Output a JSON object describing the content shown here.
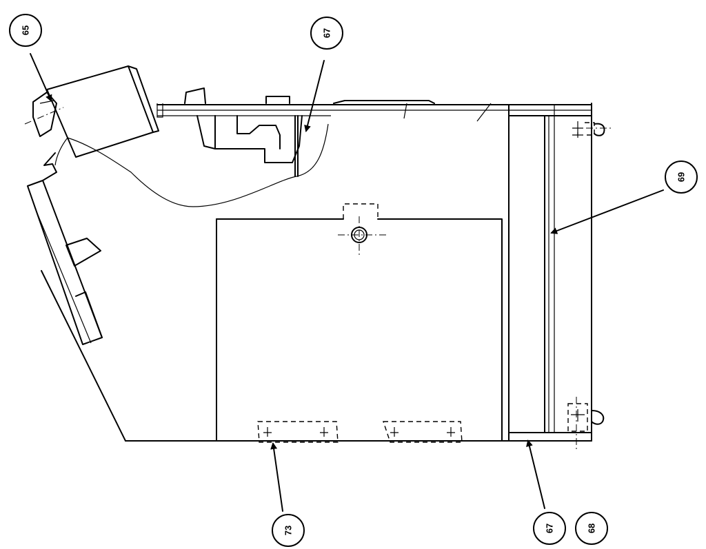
{
  "figure": {
    "callouts": [
      {
        "id": "c65",
        "label": "65"
      },
      {
        "id": "c67-top",
        "label": "67"
      },
      {
        "id": "c69",
        "label": "69"
      },
      {
        "id": "c73",
        "label": "73"
      },
      {
        "id": "c67-bottom",
        "label": "67"
      },
      {
        "id": "c68",
        "label": "68"
      }
    ]
  }
}
